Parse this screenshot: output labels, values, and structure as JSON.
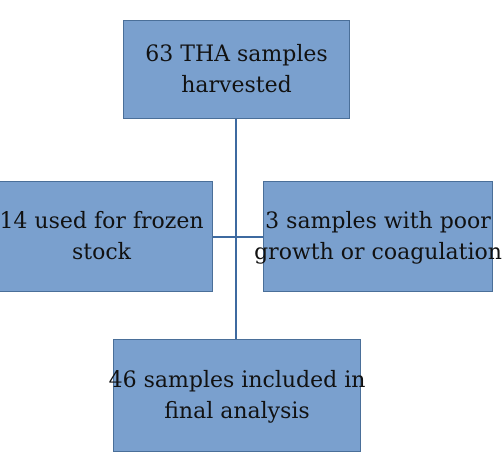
{
  "diagram": {
    "fill_color": "#7aa0ce",
    "connector_color": "#3e6aa0",
    "boxes": {
      "top": {
        "lines": [
          "63 THA samples",
          "harvested"
        ]
      },
      "left": {
        "lines": [
          "14 used for frozen",
          "stock"
        ]
      },
      "right": {
        "lines": [
          "3 samples with poor",
          "growth or coagulation"
        ]
      },
      "bottom": {
        "lines": [
          "46 samples included in",
          "final analysis"
        ]
      }
    }
  }
}
